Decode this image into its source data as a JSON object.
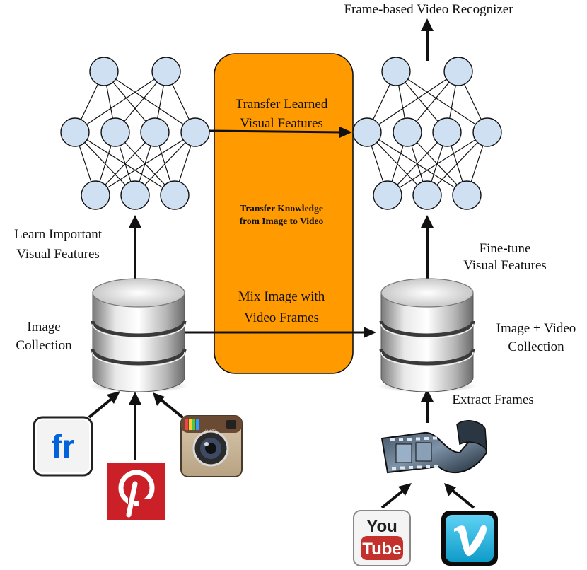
{
  "labels": {
    "top_title": "Frame-based Video Recognizer",
    "transfer_learned_line1": "Transfer Learned",
    "transfer_learned_line2": "Visual Features",
    "transfer_knowledge_line1": "Transfer Knowledge",
    "transfer_knowledge_line2": "from Image to Video",
    "mix_line1": "Mix Image with",
    "mix_line2": "Video Frames",
    "learn_line1": "Learn Important",
    "learn_line2": "Visual Features",
    "finetune_line1": "Fine-tune",
    "finetune_line2": "Visual Features",
    "image_collection_line1": "Image",
    "image_collection_line2": "Collection",
    "image_video_line1": "Image + Video",
    "image_video_line2": "Collection",
    "extract_frames": "Extract Frames"
  },
  "logos": {
    "flickr": "fr",
    "pinterest": "p",
    "instagram": "INSTA",
    "youtube_top": "You",
    "youtube_bottom": "Tube",
    "vimeo": "v"
  },
  "icons": {
    "flickr": "flickr-logo-icon",
    "pinterest": "pinterest-logo-icon",
    "instagram": "instagram-logo-icon",
    "youtube": "youtube-logo-icon",
    "vimeo": "vimeo-logo-icon",
    "film": "film-reel-icon",
    "database": "database-icon"
  },
  "colors": {
    "center_panel": "#ff9a00",
    "node_fill": "#cfe0f2",
    "flickr_blue": "#0063dc",
    "flickr_pink": "#ff0084",
    "pinterest_red": "#cb2027",
    "youtube_red": "#c4302b",
    "vimeo_blue": "#1ab7ea"
  }
}
